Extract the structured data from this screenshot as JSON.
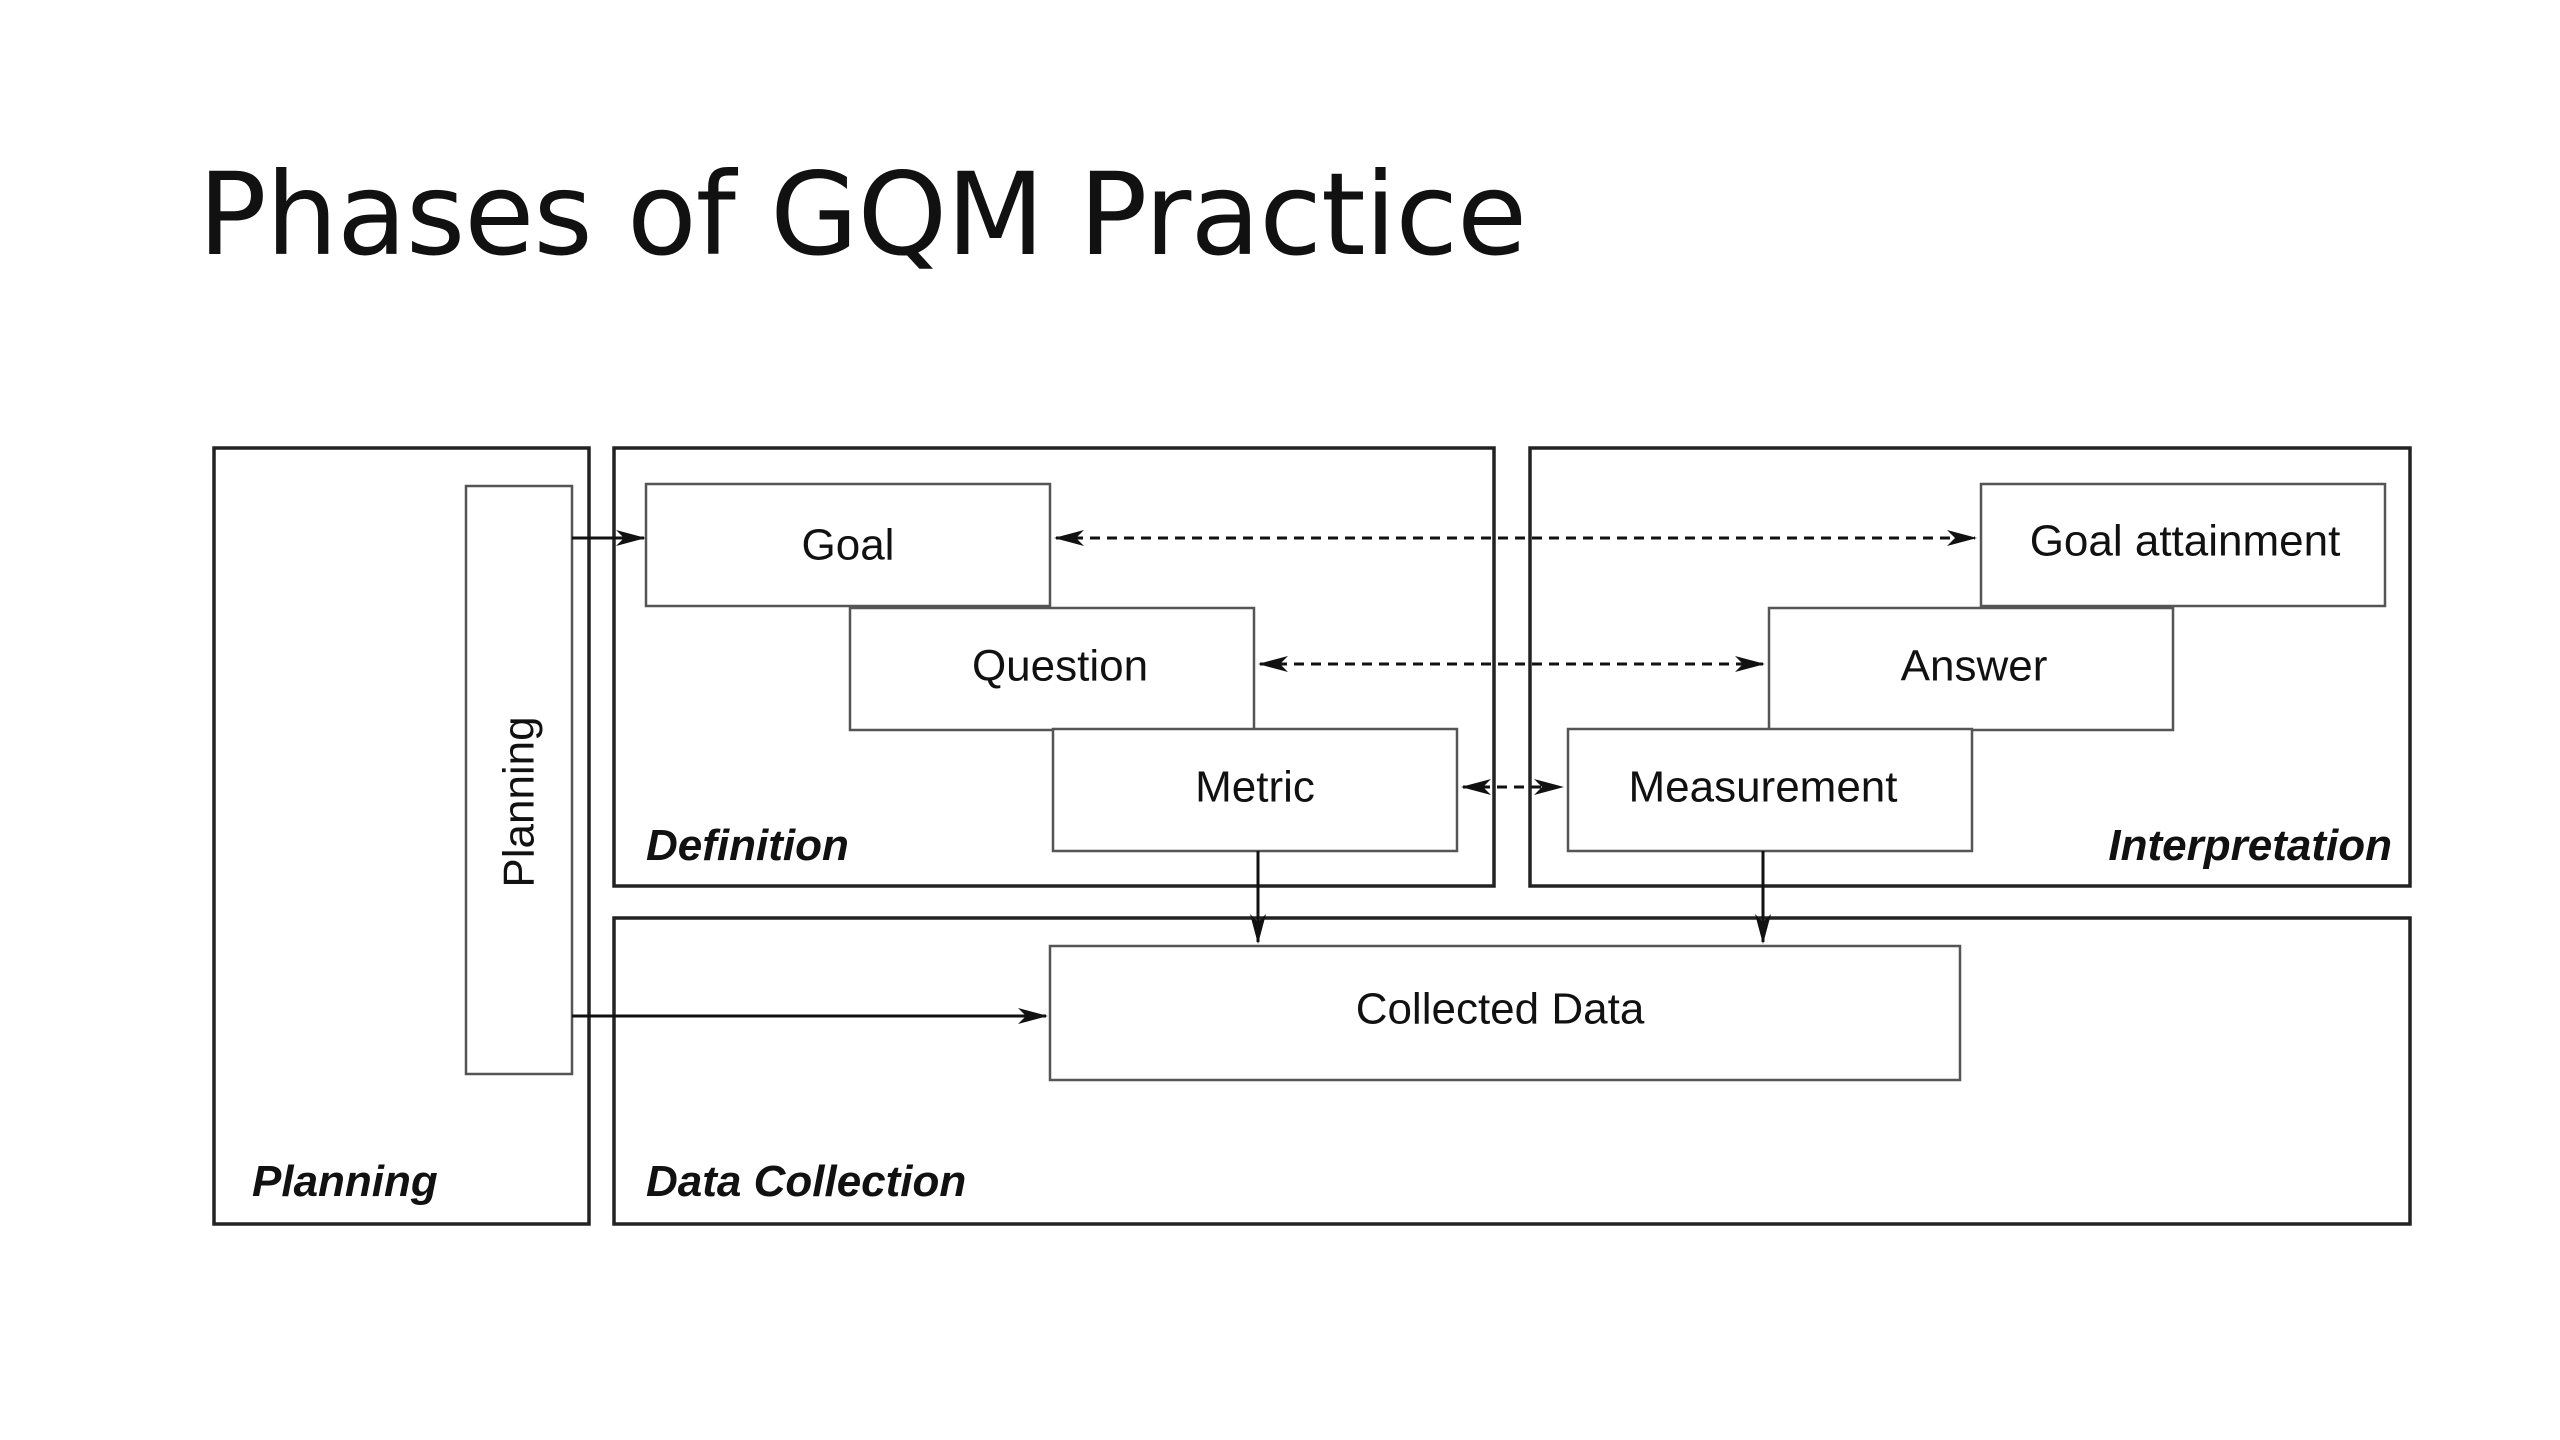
{
  "slide": {
    "title": "Phases of GQM Practice"
  },
  "diagram": {
    "phases": {
      "planning": "Planning",
      "definition": "Definition",
      "interpretation": "Interpretation",
      "data_collection": "Data Collection"
    },
    "boxes": {
      "planning": "Planning",
      "goal": "Goal",
      "question": "Question",
      "metric": "Metric",
      "goal_attainment": "Goal attainment",
      "answer": "Answer",
      "measurement": "Measurement",
      "collected_data": "Collected Data"
    }
  }
}
